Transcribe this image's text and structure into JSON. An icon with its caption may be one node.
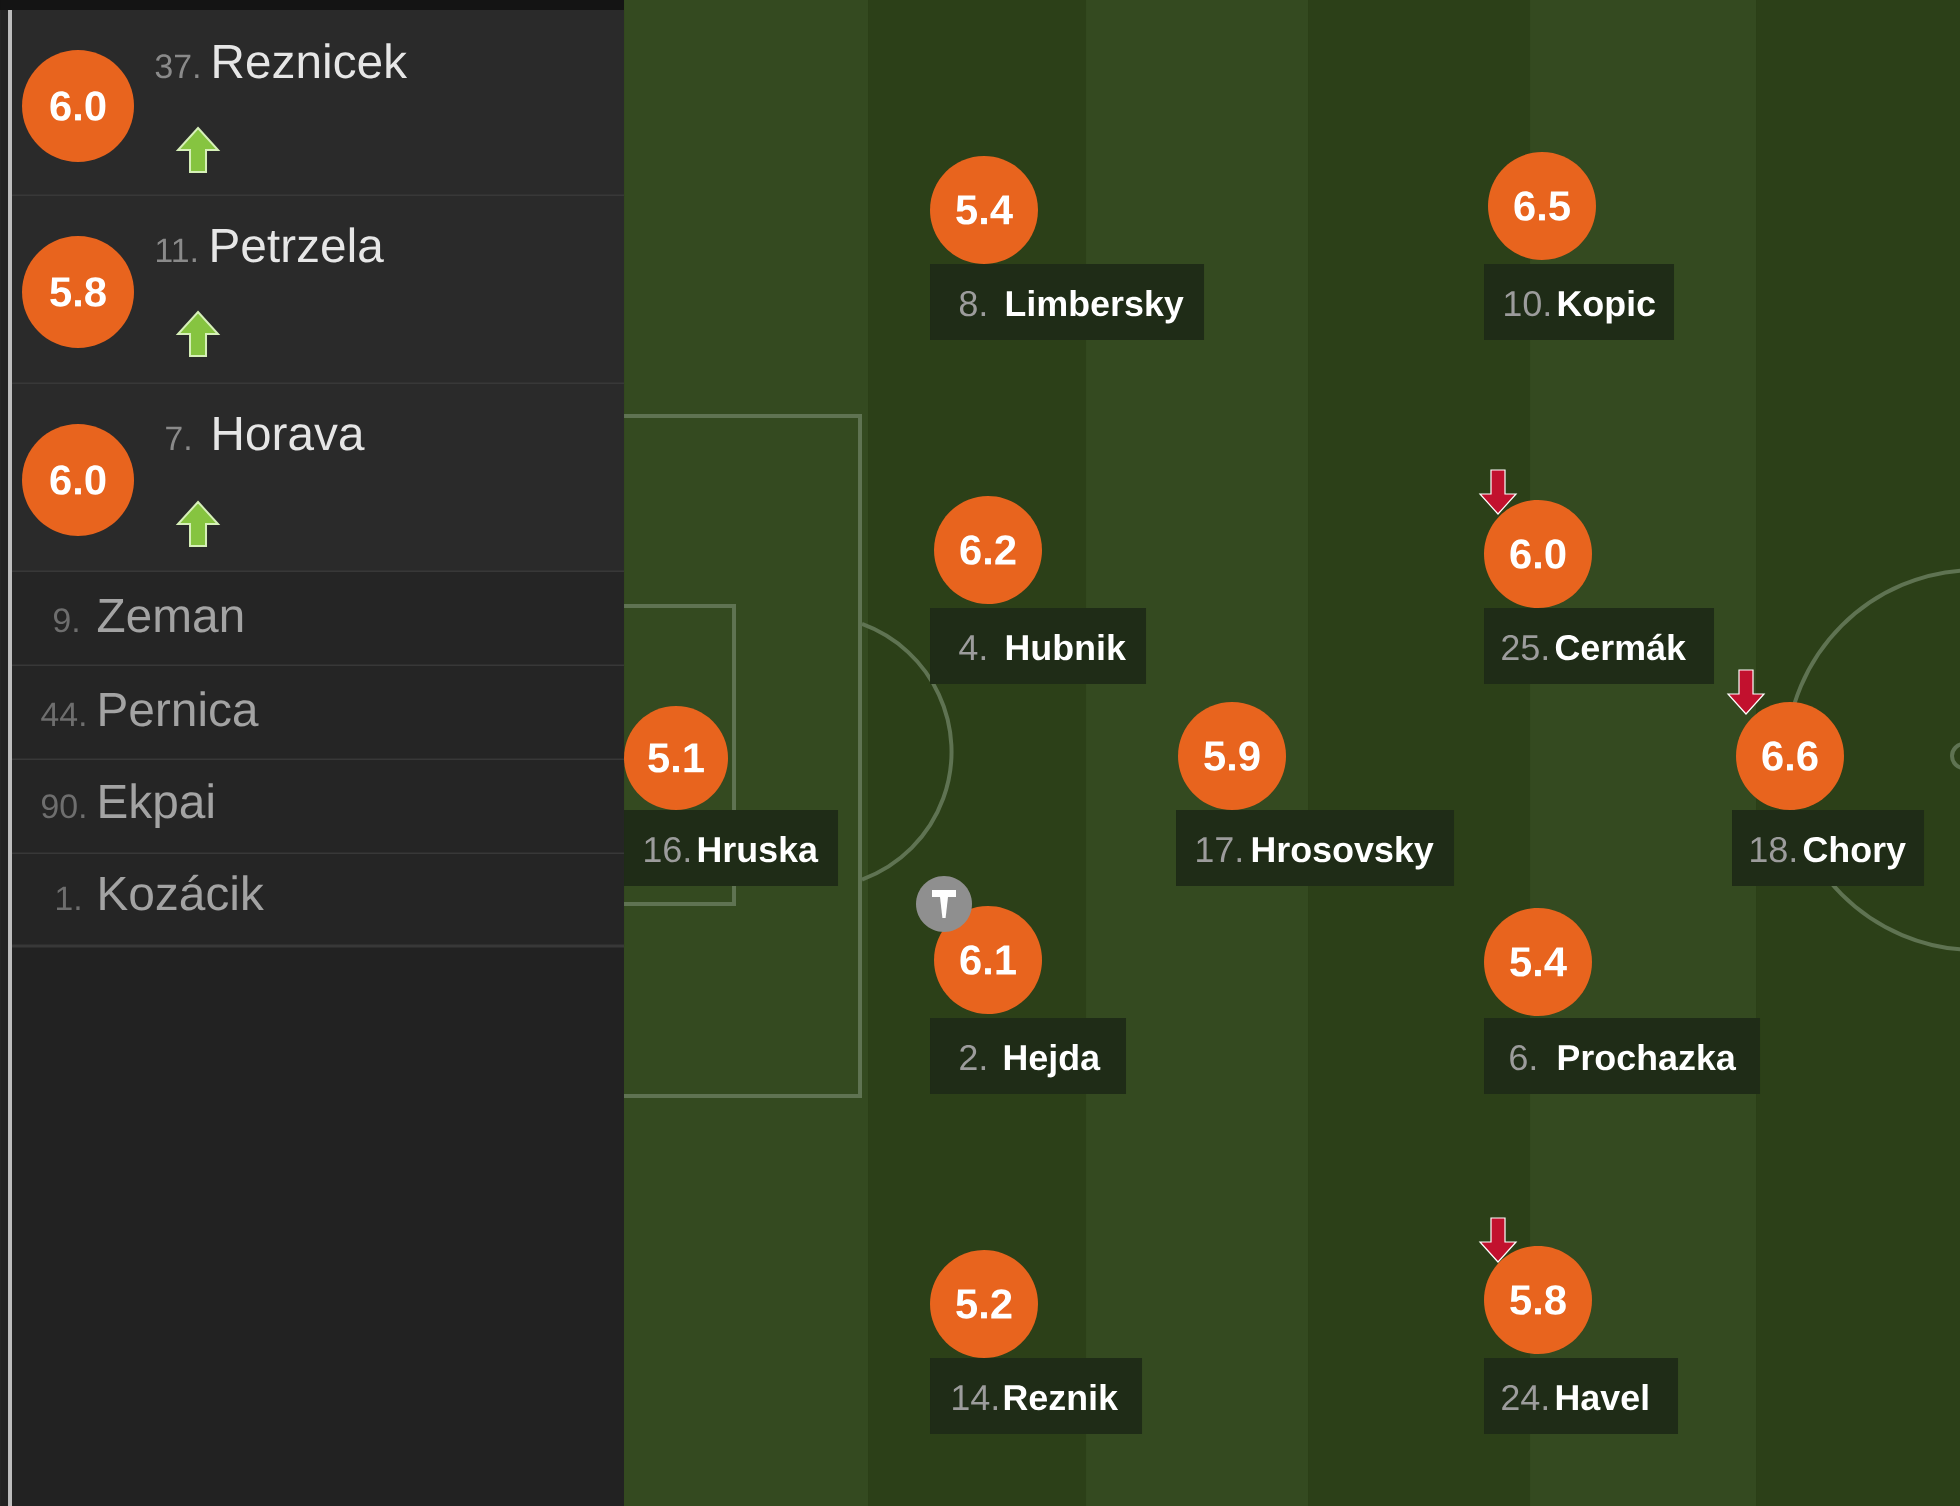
{
  "diagram": {
    "nodes": [
      {
        "text": [
          "37.",
          "Reznicek"
        ]
      },
      {
        "text": [
          "6.0"
        ],
        "in": 0
      },
      {
        "text": [
          "11.",
          "Petrzela"
        ]
      },
      {
        "text": [
          "5.8"
        ],
        "in": 2
      },
      {
        "text": [
          "7.",
          "Horava"
        ]
      },
      {
        "text": [
          "6.0"
        ],
        "in": 4
      },
      {
        "text": [
          "9.",
          "Zeman"
        ]
      },
      {
        "text": [
          "44.",
          "Pernica"
        ]
      },
      {
        "text": [
          "90.",
          "Ekpai"
        ]
      },
      {
        "text": [
          "1.",
          "Kozácik"
        ]
      },
      {
        "text": [
          "5.4"
        ]
      },
      {
        "text": [
          "8.",
          "Limbersky"
        ]
      },
      {
        "text": [
          "6.5"
        ]
      },
      {
        "text": [
          "10.",
          "Kopic"
        ]
      },
      {
        "text": [
          "6.2"
        ]
      },
      {
        "text": [
          "4.",
          "Hubnik"
        ]
      },
      {
        "text": [
          "6.0"
        ]
      },
      {
        "text": [
          "25.",
          "Cermák"
        ]
      },
      {
        "text": [
          "5.1"
        ]
      },
      {
        "text": [
          "16.",
          "Hruska"
        ]
      },
      {
        "text": [
          "5.9"
        ]
      },
      {
        "text": [
          "17.",
          "Hrosovsky"
        ]
      },
      {
        "text": [
          "6.6"
        ]
      },
      {
        "text": [
          "18.",
          "Chory"
        ]
      },
      {
        "text": [
          "6.1"
        ]
      },
      {
        "text": [
          "2.",
          "Hejda"
        ]
      },
      {
        "text": [
          "5.4"
        ]
      },
      {
        "text": [
          "6.",
          "Prochazka"
        ]
      },
      {
        "text": [
          "5.2"
        ]
      },
      {
        "text": [
          "14.",
          "Reznik"
        ]
      },
      {
        "text": [
          "5.8"
        ]
      },
      {
        "text": [
          "24.",
          "Havel"
        ]
      }
    ]
  }
}
